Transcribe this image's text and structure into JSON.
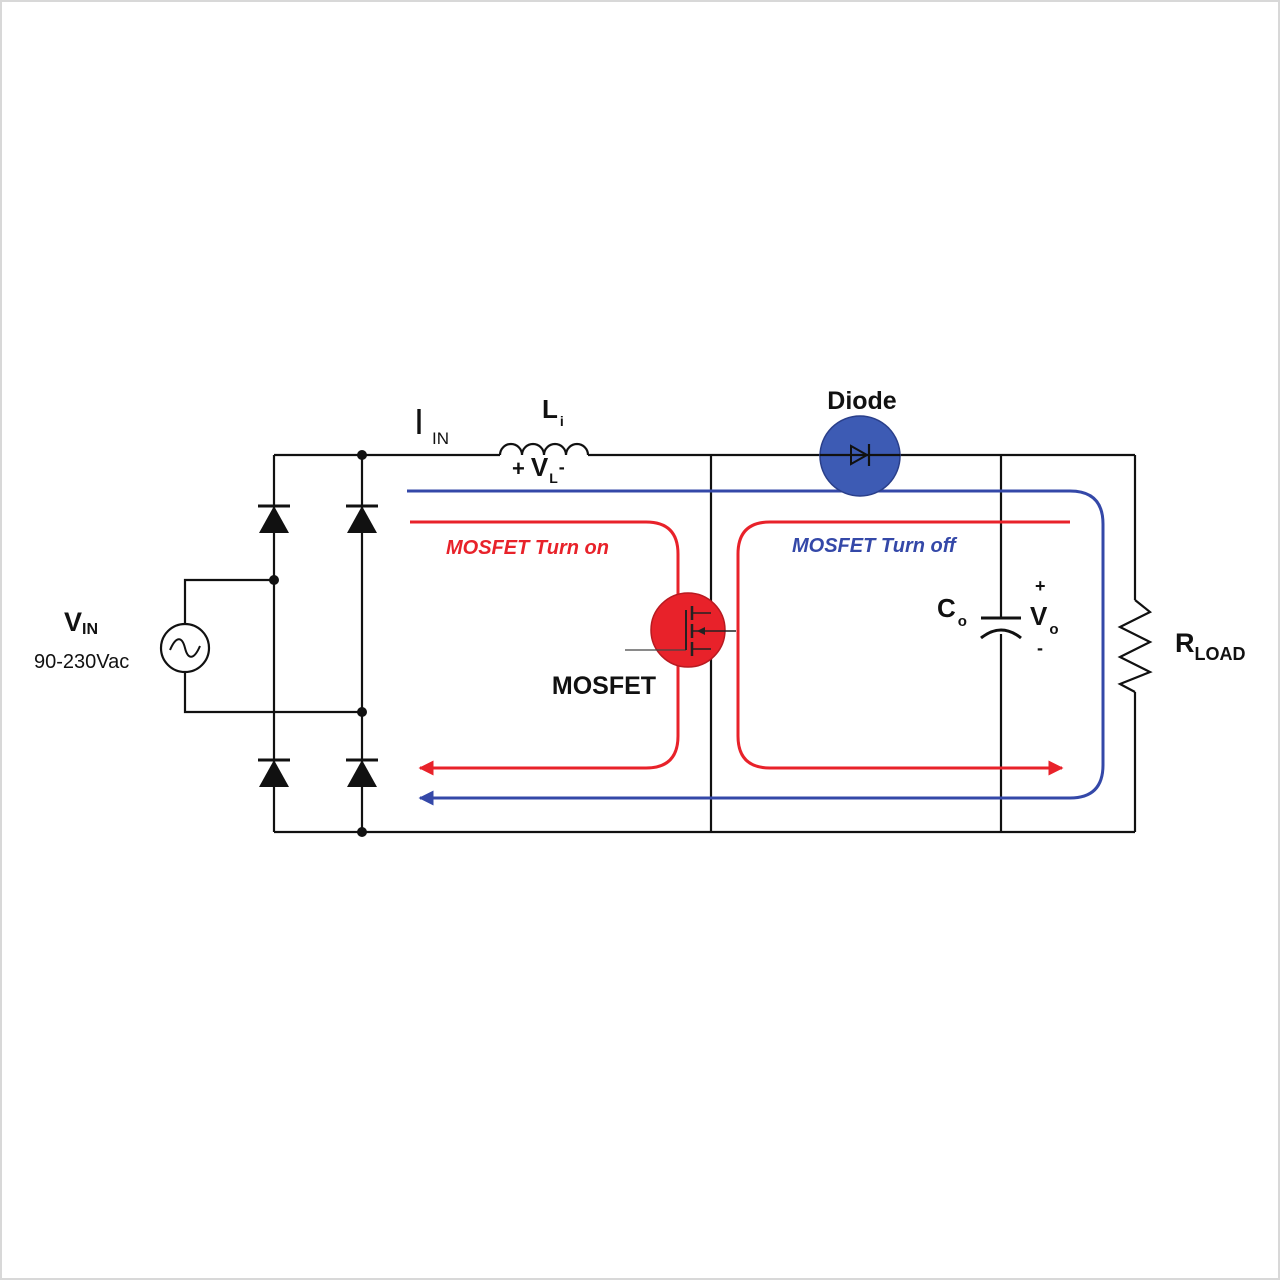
{
  "labels": {
    "current_main": "I",
    "current_sub": "IN",
    "inductor_main": "L",
    "inductor_sub": "i",
    "vl_plus": "+",
    "vl_main": "V",
    "vl_sub": "L",
    "vl_minus": "-",
    "diode": "Diode",
    "vin_main": "V",
    "vin_sub": "IN",
    "vin_range": "90-230Vac",
    "mosfet": "MOSFET",
    "co_main": "C",
    "co_sub": "o",
    "vo_plus": "+",
    "vo_main": "V",
    "vo_sub": "o",
    "vo_minus": "-",
    "rload_main": "R",
    "rload_sub": "LOAD"
  },
  "paths": {
    "turn_on": {
      "label": "MOSFET Turn on",
      "color": "#e8222a"
    },
    "turn_off": {
      "label": "MOSFET Turn off",
      "color": "#3448a8"
    }
  },
  "colors": {
    "wire": "#111111",
    "mosfet_fill": "#e8222a",
    "diode_fill": "#3d5bb4"
  }
}
